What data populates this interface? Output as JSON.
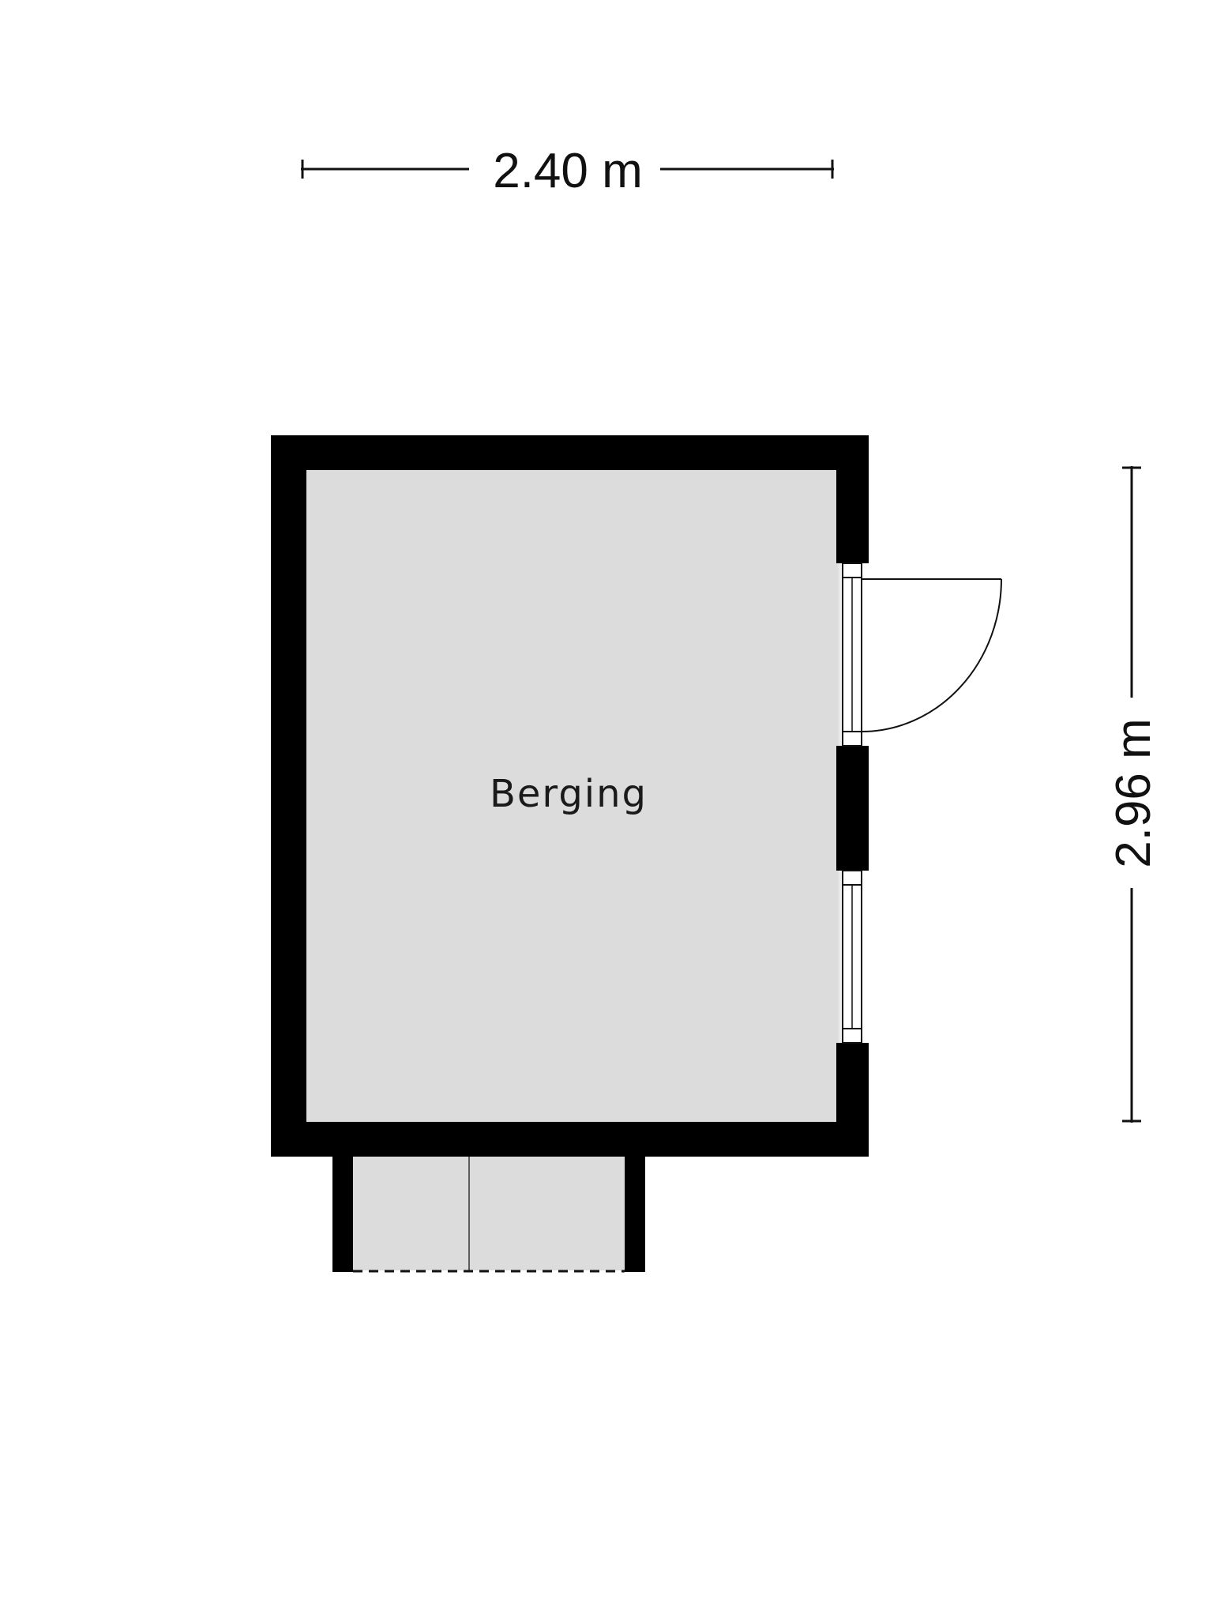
{
  "dimensions": {
    "width_label": "2.40 m",
    "height_label": "2.96 m"
  },
  "rooms": [
    {
      "label": "Berging"
    }
  ],
  "colors": {
    "wall": "#000000",
    "floor": "#dcdcdc",
    "background": "#ffffff",
    "line": "#111111"
  }
}
